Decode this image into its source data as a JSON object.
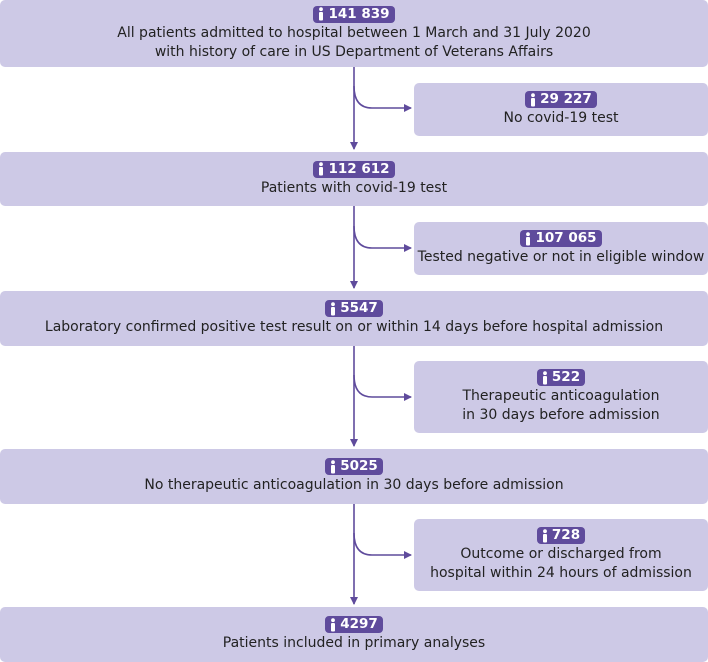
{
  "colors": {
    "box_fill": "#cdc9e6",
    "badge_fill": "#5f4b9c",
    "arrow": "#5f4b9c"
  },
  "badge_icon": "person-icon",
  "main": [
    {
      "count": "141 839",
      "lines": [
        "All patients admitted to hospital between 1 March and 31 July 2020",
        "with history of care in US Department of Veterans Affairs"
      ]
    },
    {
      "count": "112 612",
      "lines": [
        "Patients with covid-19 test"
      ]
    },
    {
      "count": "5547",
      "lines": [
        "Laboratory confirmed positive test result on or within 14 days before hospital admission"
      ]
    },
    {
      "count": "5025",
      "lines": [
        "No therapeutic anticoagulation in 30 days before admission"
      ]
    },
    {
      "count": "4297",
      "lines": [
        "Patients included in primary analyses"
      ]
    }
  ],
  "exclusions": [
    {
      "count": "29 227",
      "lines": [
        "No covid-19 test"
      ]
    },
    {
      "count": "107 065",
      "lines": [
        "Tested negative or not in eligible window"
      ]
    },
    {
      "count": "522",
      "lines": [
        "Therapeutic anticoagulation",
        "in 30 days before admission"
      ]
    },
    {
      "count": "728",
      "lines": [
        "Outcome or discharged from",
        "hospital within 24 hours of admission"
      ]
    }
  ]
}
